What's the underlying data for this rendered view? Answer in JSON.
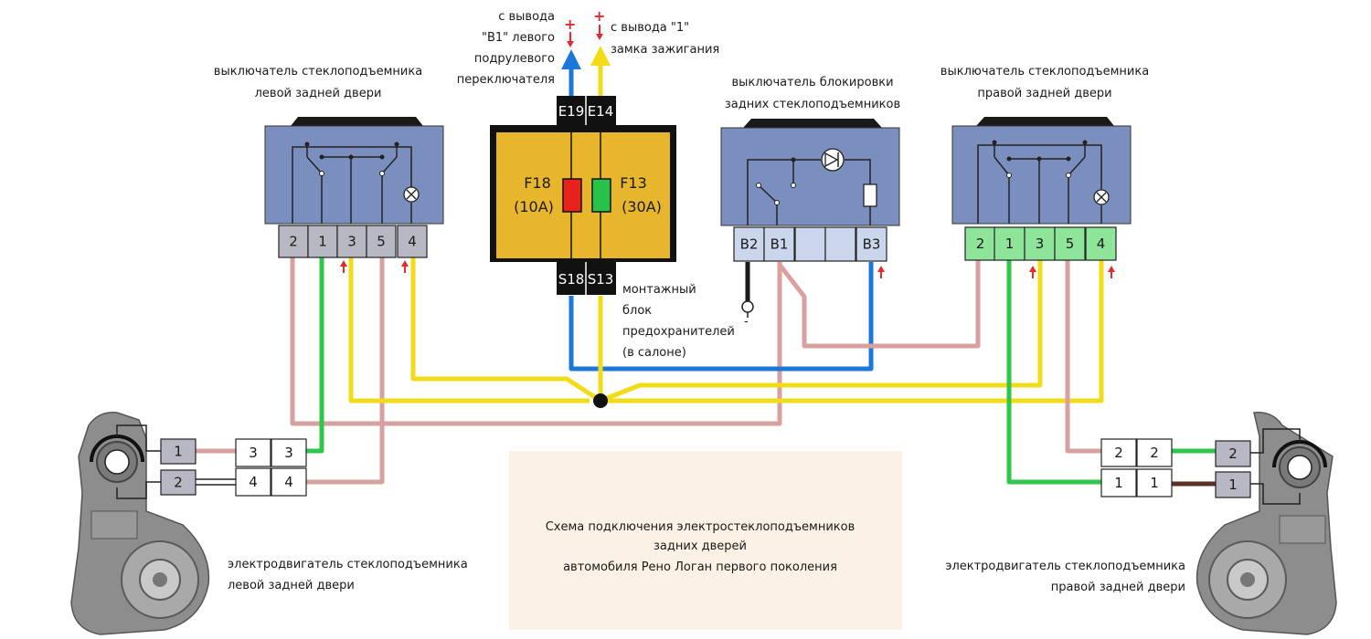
{
  "colors": {
    "pink": "#d9a0a0",
    "green": "#2fc64a",
    "yellow": "#f2dc17",
    "blue": "#1b78d8",
    "black": "#1a1a1a",
    "brown": "#5b2f25",
    "switch_body": "#7b8fbf",
    "fuse_block": "#e7b62c",
    "pin_gray": "#b8b8c4",
    "pin_green": "#8ee59a",
    "pin_light": "#c9d6ec",
    "red_fuse": "#e8221b",
    "green_fuse": "#26c24a",
    "arrow_red": "#e22b2b",
    "note_bg": "#fbf1e4"
  },
  "labels": {
    "left_switch": [
      "выключатель стеклоподъемника",
      "левой задней двери"
    ],
    "right_switch": [
      "выключатель стеклоподъемника",
      "правой задней двери"
    ],
    "lock_switch": [
      "выключатель блокировки",
      "задних стеклоподъемников"
    ],
    "from_b1": [
      "с вывода",
      "\"В1\" левого",
      "подрулевого",
      "переключателя"
    ],
    "from_1": [
      "с вывода \"1\"",
      "замка зажигания"
    ],
    "mount_block": [
      "монтажный",
      "блок",
      "предохранителей",
      "(в салоне)"
    ],
    "left_motor": [
      "электродвигатель стеклоподъемника",
      "левой задней двери"
    ],
    "right_motor": [
      "электродвигатель стеклоподъемника",
      "правой задней двери"
    ],
    "plus": "+",
    "minus": "-"
  },
  "fuses": {
    "f18_name": "F18",
    "f18_rating": "(10А)",
    "f13_name": "F13",
    "f13_rating": "(30А)",
    "top_terms": [
      "E19",
      "E14"
    ],
    "bottom_terms": [
      "S18",
      "S13"
    ]
  },
  "left_switch_pins": [
    "2",
    "1",
    "3",
    "5",
    "4"
  ],
  "right_switch_pins": [
    "2",
    "1",
    "3",
    "5",
    "4"
  ],
  "lock_switch_pins": [
    "В2",
    "В1",
    "",
    "",
    "В3"
  ],
  "left_motor_pins": [
    "1",
    "2"
  ],
  "left_connector_a": [
    "3",
    "4"
  ],
  "left_connector_b": [
    "3",
    "4"
  ],
  "right_connector_a": [
    "2",
    "1"
  ],
  "right_connector_b": [
    "2",
    "1"
  ],
  "right_motor_pins": [
    "2",
    "1"
  ],
  "note": [
    "Схема подключения электростеклоподъемников",
    "задних дверей",
    "автомобиля Рено Логан первого поколения"
  ]
}
